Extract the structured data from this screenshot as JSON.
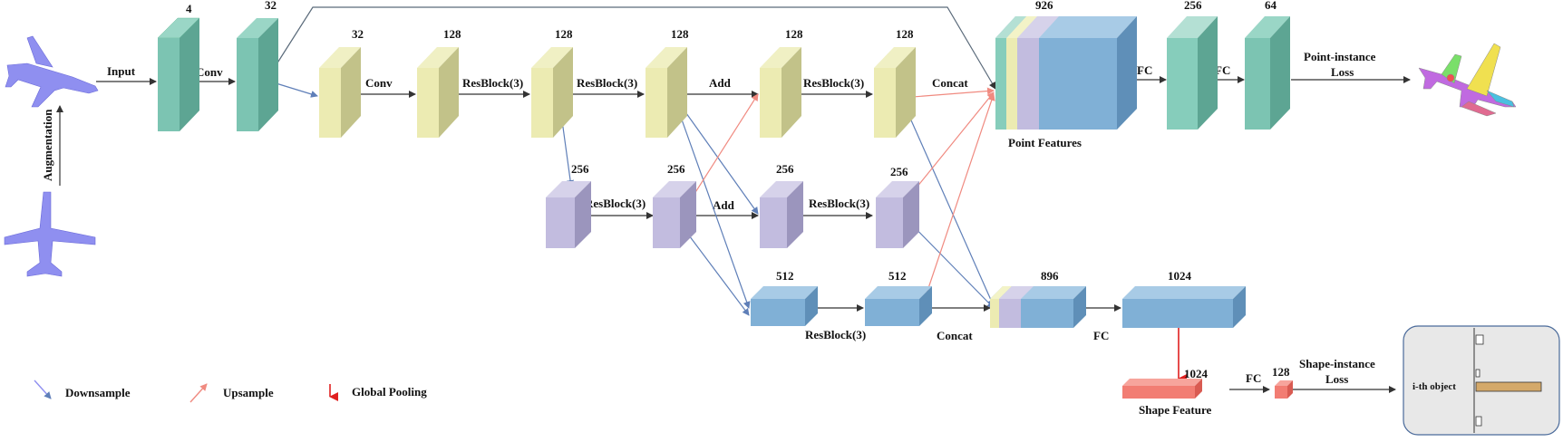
{
  "blocks": {
    "b4": {
      "label": "4",
      "color": "#6fb8a6"
    },
    "b32a": {
      "label": "32",
      "color": "#6fb8a6"
    },
    "b32b": {
      "label": "32",
      "color": "#d8d89a"
    },
    "b128a": {
      "label": "128",
      "color": "#d8d89a"
    },
    "b128b": {
      "label": "128",
      "color": "#d8d89a"
    },
    "b128c": {
      "label": "128",
      "color": "#d8d89a"
    },
    "b128d": {
      "label": "128",
      "color": "#d8d89a"
    },
    "b128e": {
      "label": "128",
      "color": "#d8d89a"
    },
    "b256a": {
      "label": "256",
      "color": "#b9b3d6"
    },
    "b256b": {
      "label": "256",
      "color": "#b9b3d6"
    },
    "b256c": {
      "label": "256",
      "color": "#b9b3d6"
    },
    "b256d": {
      "label": "256",
      "color": "#b9b3d6"
    },
    "b512a": {
      "label": "512",
      "color": "#7fb0d6"
    },
    "b512b": {
      "label": "512",
      "color": "#7fb0d6"
    },
    "pf": {
      "label": "926",
      "caption": "Point Features"
    },
    "f256": {
      "label": "256",
      "color": "#86cdbb"
    },
    "f64": {
      "label": "64",
      "color": "#6fb8a6"
    },
    "sf896": {
      "label": "896"
    },
    "sf1024": {
      "label": "1024",
      "color": "#7fb0d6"
    },
    "shape": {
      "label": "1024",
      "caption": "Shape Feature",
      "color": "#f27d73"
    },
    "s128": {
      "label": "128",
      "color": "#f27d73"
    }
  },
  "ops": {
    "input": "Input",
    "conv1": "Conv",
    "conv2": "Conv",
    "res1": "ResBlock(3)",
    "res2": "ResBlock(3)",
    "add1": "Add",
    "res3": "ResBlock(3)",
    "concat1": "Concat",
    "fc1": "FC",
    "fc2": "FC",
    "point_loss": [
      "Point-instance",
      "Loss"
    ],
    "augmentation": "Augmentation",
    "res4": "ResBlock(3)",
    "add2": "Add",
    "res5": "ResBlock(3)",
    "res6": "ResBlock(3)",
    "concat2": "Concat",
    "fc3": "FC",
    "fc4": "FC",
    "shape_loss": [
      "Shape-instance",
      "Loss"
    ],
    "ith_object": "i-th object"
  },
  "legend": {
    "downsample": "Downsample",
    "upsample": "Upsample",
    "pooling": "Global Pooling"
  },
  "colors": {
    "teal": "#6fb8a6",
    "yellow": "#d8d89a",
    "purple": "#b9b3d6",
    "blue": "#7fb0d6",
    "downsample_arrow": "#5f7fb8",
    "upsample_arrow": "#f08a80",
    "pooling_arrow": "#e02020",
    "airplane": "#8f8ff0"
  }
}
